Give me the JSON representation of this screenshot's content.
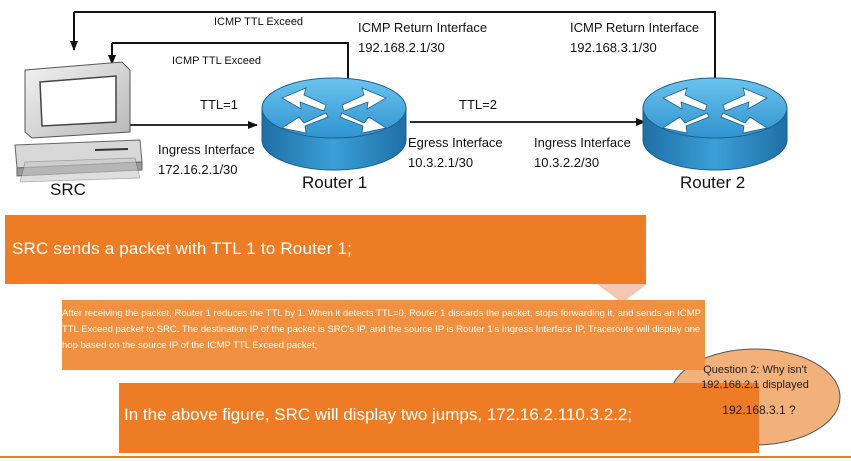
{
  "top_labels": {
    "icmp_ttl_exceed_1": "ICMP TTL Exceed",
    "icmp_ttl_exceed_2": "ICMP TTL Exceed",
    "router1_return_title": "ICMP Return Interface",
    "router1_return_ip": "192.168.2.1/30",
    "router2_return_title": "ICMP Return Interface",
    "router2_return_ip": "192.168.3.1/30"
  },
  "links": {
    "ttl1": "TTL=1",
    "ttl2": "TTL=2",
    "src_ingress_title": "Ingress Interface",
    "src_ingress_ip": "172.16.2.1/30",
    "r1_egress_title": "Egress Interface",
    "r1_egress_ip": "10.3.2.1/30",
    "r2_ingress_title": "Ingress Interface",
    "r2_ingress_ip": "10.3.2.2/30"
  },
  "nodes": {
    "src": "SRC",
    "router1": "Router 1",
    "router2": "Router 2"
  },
  "notes": {
    "step1": "SRC sends a packet with TTL 1 to Router 1;",
    "step2": "After receiving the packet, Router 1 reduces the TTL by 1. When it detects TTL=0, Router 1 discards the packet, stops forwarding it, and sends an ICMP TTL Exceed packet to SRC. The destination IP of the packet is SRC's IP, and the source IP is Router 1's Ingress Interface IP, Traceroute will display one hop based on the source IP of the ICMP TTL Exceed packet;",
    "step3": "In the above figure, SRC will display two jumps, 172.16.2.110.3.2.2;"
  },
  "question": {
    "line1": "Question 2: Why isn't",
    "line2": "192.168.2.1 displayed",
    "line3": "192.168.3.1 ?"
  },
  "colors": {
    "accent_orange": "#ee7c24",
    "router_blue": "#2e8fc8",
    "arrow_pink": "#f4c6b4",
    "bubble_fill": "#f2b07a"
  },
  "icons": {
    "src": "desktop-computer-icon",
    "router": "router-icon"
  }
}
